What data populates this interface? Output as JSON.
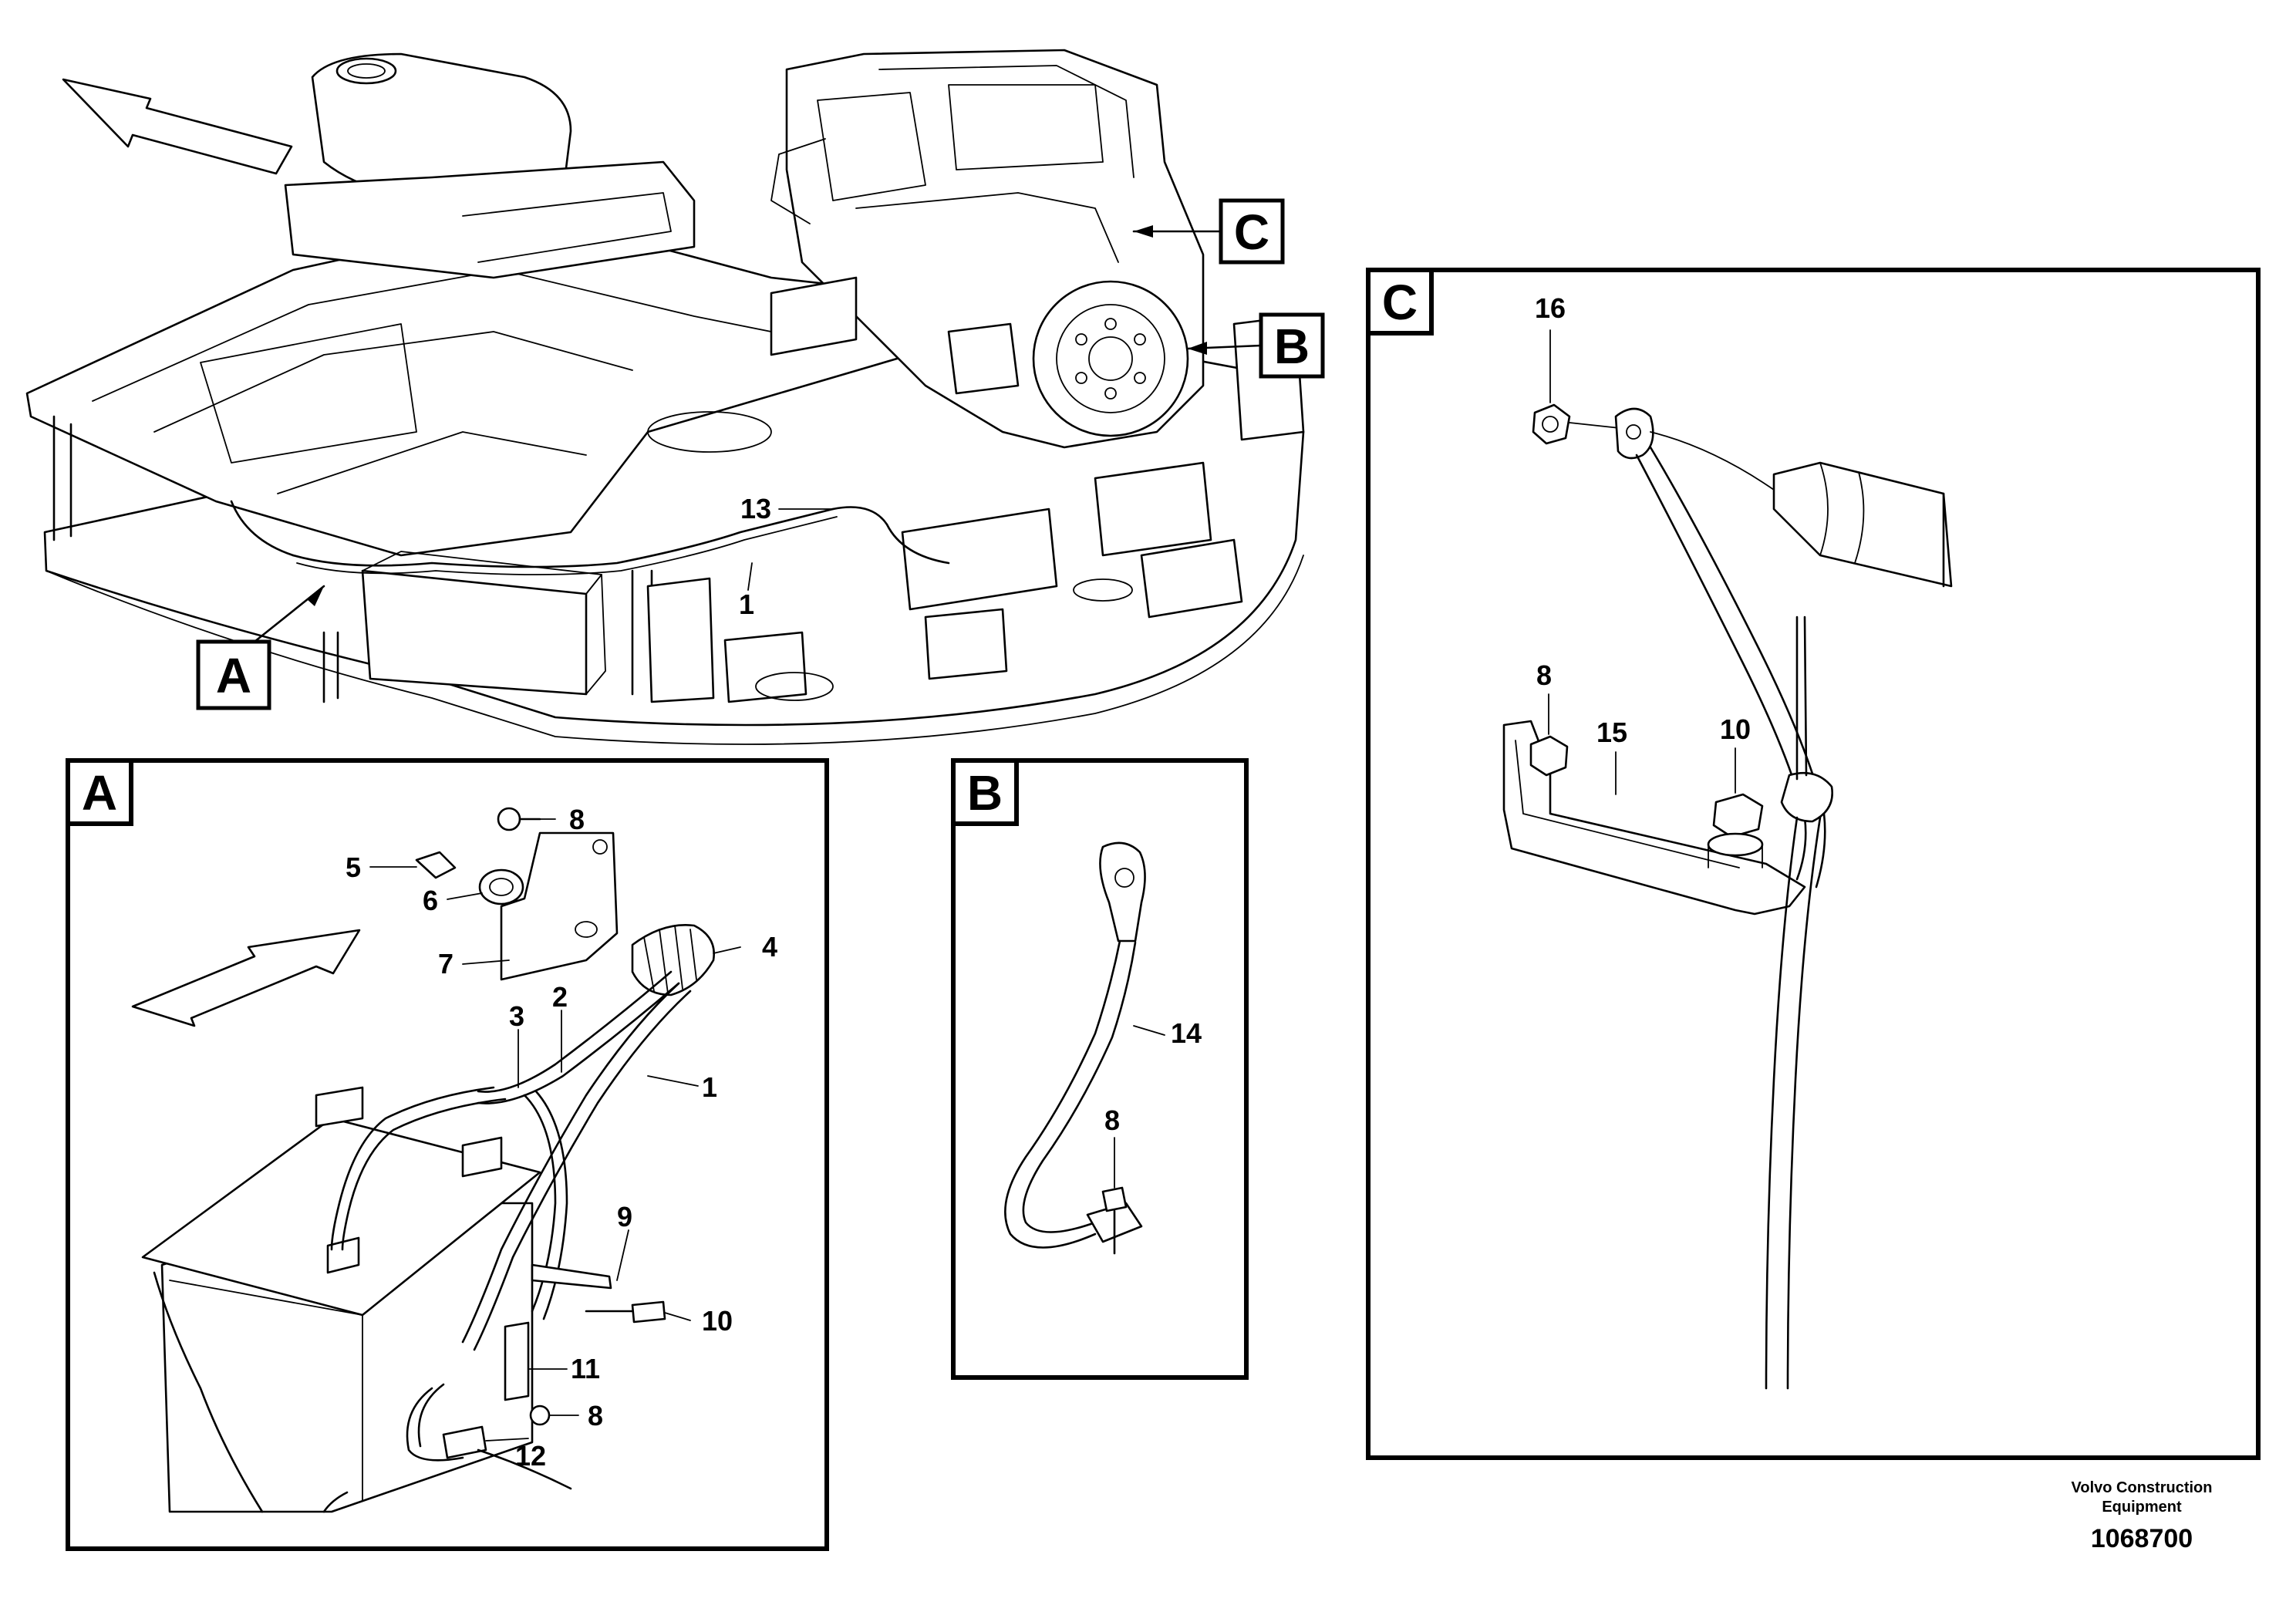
{
  "overview": {
    "callouts": [
      "C",
      "B",
      "A"
    ],
    "labels": [
      "13",
      "1"
    ]
  },
  "detail_a": {
    "title": "A",
    "labels": [
      "8",
      "5",
      "6",
      "7",
      "4",
      "3",
      "2",
      "1",
      "9",
      "10",
      "11",
      "8",
      "12"
    ]
  },
  "detail_b": {
    "title": "B",
    "labels": [
      "14",
      "8"
    ]
  },
  "detail_c": {
    "title": "C",
    "labels": [
      "16",
      "8",
      "15",
      "10"
    ]
  },
  "footer": {
    "company_line1": "Volvo Construction",
    "company_line2": "Equipment",
    "drawing_number": "1068700"
  }
}
